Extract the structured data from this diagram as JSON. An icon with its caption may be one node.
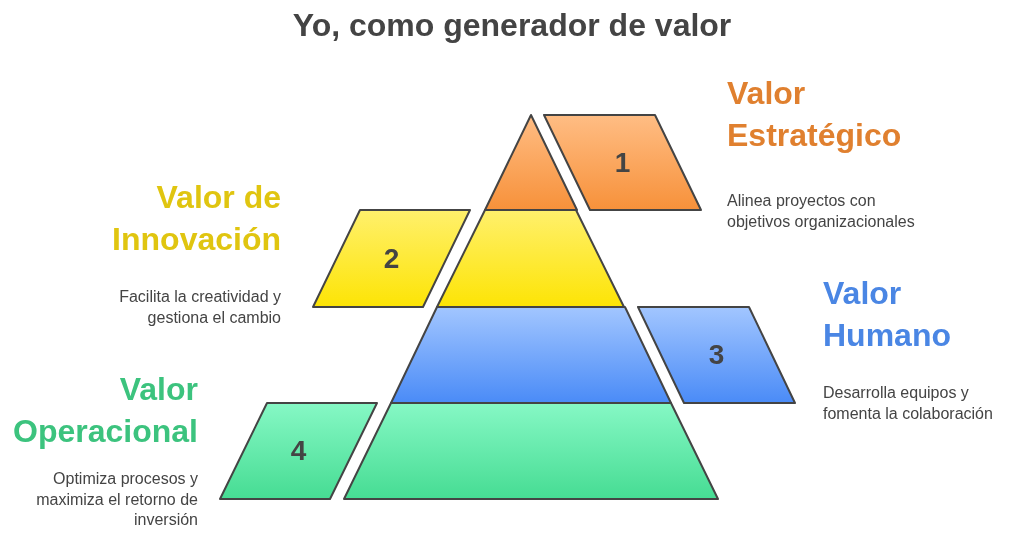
{
  "diagram": {
    "title": "Yo, como generador de valor",
    "nodes": [
      {
        "text": [],
        "shape": "triangle"
      },
      {
        "text": [
          "1"
        ],
        "beside": [
          "Valor Estratégico",
          "Alinea proyectos con objetivos organizacionales"
        ]
      },
      {
        "text": [
          "2"
        ],
        "beside": [
          "Valor de Innovación",
          "Facilita la creatividad y gestiona el cambio"
        ]
      },
      {
        "text": [],
        "shape": "trapezoid"
      },
      {
        "text": [],
        "shape": "trapezoid"
      },
      {
        "text": [
          "3"
        ],
        "beside": [
          "Valor Humano",
          "Desarrolla equipos y fomenta la colaboración"
        ]
      },
      {
        "text": [
          "4"
        ],
        "beside": [
          "Valor Operacional",
          "Optimiza procesos y maximiza el retorno de inversión"
        ]
      },
      {
        "text": [],
        "shape": "trapezoid"
      }
    ]
  }
}
